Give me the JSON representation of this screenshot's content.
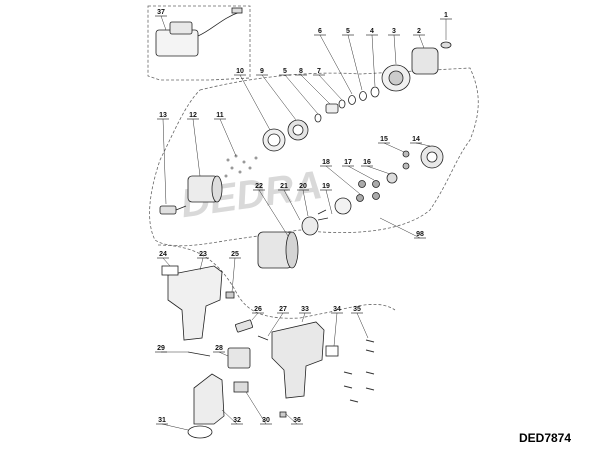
{
  "model_code": "DED7874",
  "watermark": "DEDRA",
  "callouts": [
    {
      "id": "1",
      "label": "1"
    },
    {
      "id": "2",
      "label": "2"
    },
    {
      "id": "3",
      "label": "3"
    },
    {
      "id": "4",
      "label": "4"
    },
    {
      "id": "5a",
      "label": "5"
    },
    {
      "id": "6",
      "label": "6"
    },
    {
      "id": "37",
      "label": "37"
    },
    {
      "id": "10",
      "label": "10"
    },
    {
      "id": "9",
      "label": "9"
    },
    {
      "id": "5b",
      "label": "5"
    },
    {
      "id": "8",
      "label": "8"
    },
    {
      "id": "7",
      "label": "7"
    },
    {
      "id": "13",
      "label": "13"
    },
    {
      "id": "12",
      "label": "12"
    },
    {
      "id": "11",
      "label": "11"
    },
    {
      "id": "15",
      "label": "15"
    },
    {
      "id": "14",
      "label": "14"
    },
    {
      "id": "18",
      "label": "18"
    },
    {
      "id": "17",
      "label": "17"
    },
    {
      "id": "16",
      "label": "16"
    },
    {
      "id": "22",
      "label": "22"
    },
    {
      "id": "21",
      "label": "21"
    },
    {
      "id": "20",
      "label": "20"
    },
    {
      "id": "19",
      "label": "19"
    },
    {
      "id": "98",
      "label": "98"
    },
    {
      "id": "24",
      "label": "24"
    },
    {
      "id": "23",
      "label": "23"
    },
    {
      "id": "25",
      "label": "25"
    },
    {
      "id": "26",
      "label": "26"
    },
    {
      "id": "27",
      "label": "27"
    },
    {
      "id": "33",
      "label": "33"
    },
    {
      "id": "34",
      "label": "34"
    },
    {
      "id": "35",
      "label": "35"
    },
    {
      "id": "29",
      "label": "29"
    },
    {
      "id": "28",
      "label": "28"
    },
    {
      "id": "31",
      "label": "31"
    },
    {
      "id": "32",
      "label": "32"
    },
    {
      "id": "30",
      "label": "30"
    },
    {
      "id": "36",
      "label": "36"
    }
  ]
}
